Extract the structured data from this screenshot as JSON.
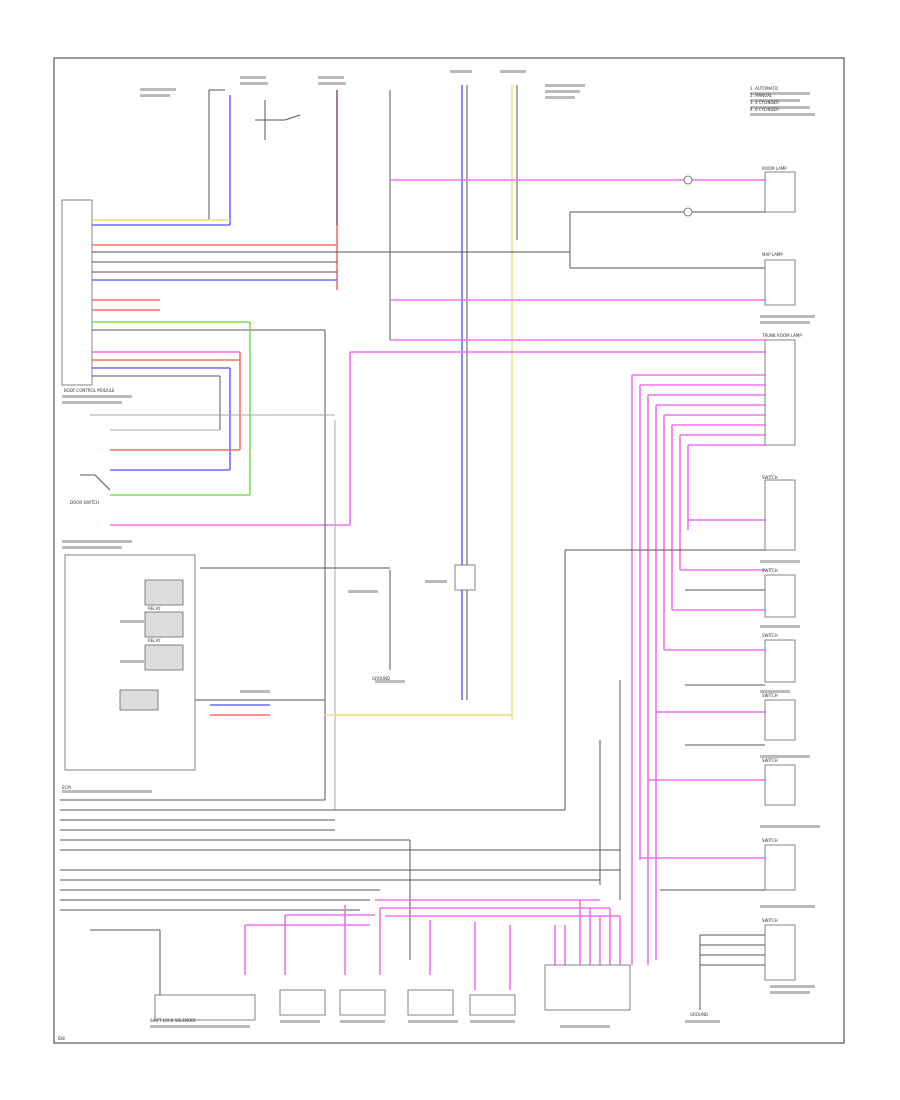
{
  "diagram": {
    "code": "ID8",
    "colors": {
      "pink": "#f070f0",
      "blue": "#6b6bff",
      "red": "#ff6b6b",
      "green": "#7ddc5a",
      "yellow": "#e8e07a",
      "black": "#555555"
    },
    "components": [
      {
        "key": "bcm",
        "label": "BODY CONTROL MODULE"
      },
      {
        "key": "shift_lock",
        "label": "SHIFT LOCK SOLENOID"
      },
      {
        "key": "door_sw",
        "label": "DOOR SWITCH"
      },
      {
        "key": "ecm",
        "label": "ECM"
      },
      {
        "key": "lamp1",
        "label": "ROOM LAMP"
      },
      {
        "key": "lamp2",
        "label": "MAP LAMP"
      },
      {
        "key": "lamp3",
        "label": "TRUNK ROOM LAMP"
      },
      {
        "key": "relay1",
        "label": "RELAY"
      },
      {
        "key": "relay2",
        "label": "RELAY"
      },
      {
        "key": "sw1",
        "label": "SWITCH"
      },
      {
        "key": "sw2",
        "label": "SWITCH"
      },
      {
        "key": "sw3",
        "label": "SWITCH"
      },
      {
        "key": "sw4",
        "label": "SWITCH"
      },
      {
        "key": "sw5",
        "label": "SWITCH"
      },
      {
        "key": "sw6",
        "label": "SWITCH"
      },
      {
        "key": "sw7",
        "label": "SWITCH"
      },
      {
        "key": "ground1",
        "label": "GROUND"
      },
      {
        "key": "ground2",
        "label": "GROUND"
      }
    ],
    "legend": [
      "1. AUTOMATIC",
      "2. MANUAL",
      "3. 4 CYLINDER",
      "4. 6 CYLINDER"
    ]
  }
}
